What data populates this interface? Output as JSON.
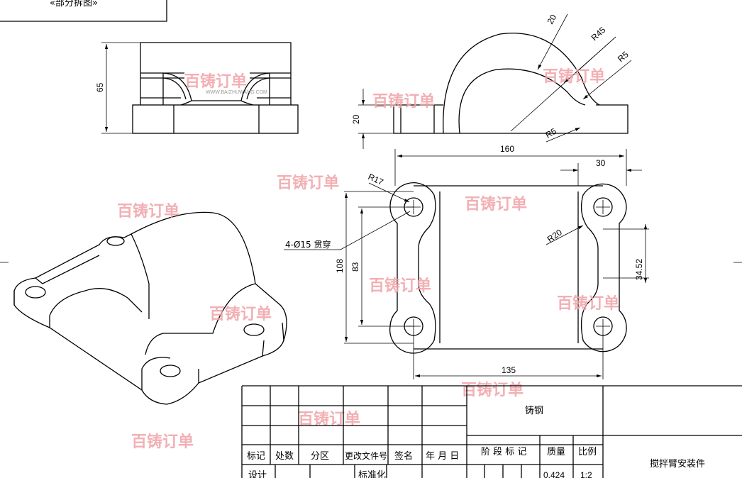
{
  "drawing": {
    "view_label": "«部分拆图»",
    "material": "铸钢",
    "part_name": "搅拌臂安装件",
    "mass": "0.424",
    "scale": "1:2"
  },
  "dimensions": {
    "front_height": "65",
    "side_base_height": "20",
    "side_arc_width": "20",
    "side_outer_radius": "R45",
    "side_fillet_top": "R5",
    "side_fillet_bottom": "R5",
    "overall_length": "160",
    "boss_offset": "30",
    "boss_radius": "R17",
    "hole_note": "4-Ø15 贯穿",
    "overall_width": "108",
    "hole_spacing_y": "83",
    "waist_radius": "R20",
    "waist_offset": "34.52",
    "hole_spacing_x": "135"
  },
  "title_block": {
    "headers": [
      "标记",
      "处数",
      "分区",
      "更改文件号",
      "签名",
      "年 月 日"
    ],
    "stage_mark": "阶 段 标 记",
    "mass_label": "质量",
    "scale_label": "比例",
    "design_label": "设计",
    "standardize_label": "标准化"
  },
  "watermark": {
    "brand": "百铸订单",
    "url": "WWW.BAIZHUWANG.COM"
  }
}
